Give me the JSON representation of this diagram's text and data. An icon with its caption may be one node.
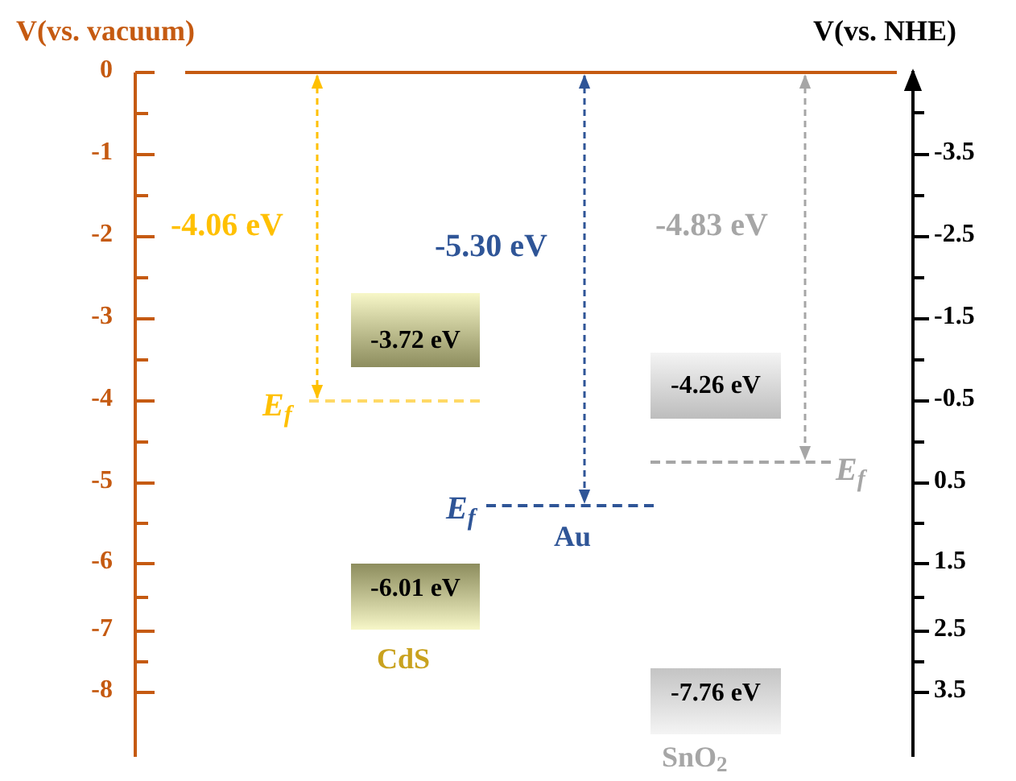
{
  "diagram": {
    "nodes": [
      {
        "text": [],
        "shape": "bar"
      },
      {
        "text": [
          "-3.72 eV"
        ]
      },
      {
        "text": [],
        "shape": "bar",
        "beside": [
          "E$_{f}$"
        ]
      },
      {
        "text": [
          "-6.01 eV"
        ],
        "beside": [
          "CdS"
        ]
      },
      {
        "text": [],
        "shape": "bar",
        "beside": [
          "E$_{f}$",
          "Au"
        ]
      },
      {
        "text": [
          "-4.26 eV"
        ]
      },
      {
        "text": [],
        "shape": "bar",
        "beside": [
          "E$_{f}$"
        ]
      },
      {
        "text": [
          "-7.76 eV"
        ],
        "beside": [
          "SnO$_{2}$"
        ]
      }
    ],
    "edges": [
      {
        "from": 0,
        "to": 2,
        "arrow": "both",
        "label": "-4.06 eV",
        "style": "dashed",
        "color": "#ffc000"
      },
      {
        "from": 0,
        "to": 4,
        "arrow": "both",
        "label": "-5.30 eV",
        "style": "dashed",
        "color": "#2f5597"
      },
      {
        "from": 0,
        "to": 6,
        "arrow": "both",
        "label": "-4.83 eV",
        "style": "dashed",
        "color": "#a6a6a6"
      }
    ],
    "labels": [
      "V(vs. vacuum)",
      "0",
      "-1",
      "-2",
      "-3",
      "-4",
      "-5",
      "-6",
      "-7",
      "-8",
      "V(vs. NHE)",
      "-3.5",
      "-2.5",
      "-1.5",
      "-0.5",
      "0.5",
      "1.5",
      "2.5",
      "3.5"
    ]
  }
}
